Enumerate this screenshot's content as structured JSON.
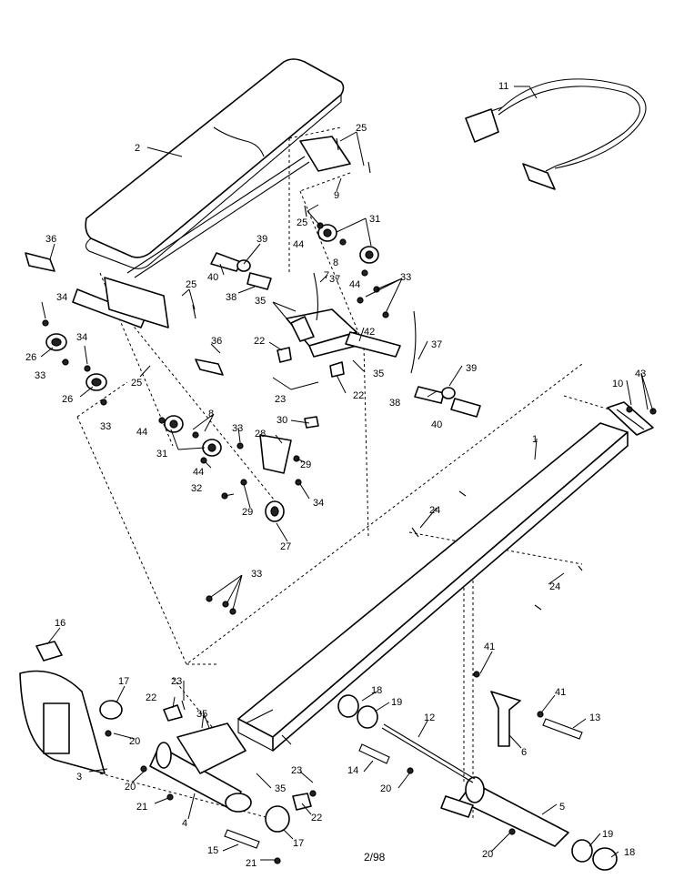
{
  "footer": {
    "date_code": "2/98"
  },
  "callouts": {
    "c1": "1",
    "c2": "2",
    "c3": "3",
    "c4": "4",
    "c5": "5",
    "c6": "6",
    "c7": "7",
    "c8a": "8",
    "c8b": "8",
    "c9": "9",
    "c10": "10",
    "c11": "11",
    "c12": "12",
    "c13": "13",
    "c14": "14",
    "c15": "15",
    "c16": "16",
    "c17a": "17",
    "c17b": "17",
    "c18a": "18",
    "c18b": "18",
    "c19a": "19",
    "c19b": "19",
    "c20a": "20",
    "c20b": "20",
    "c20c": "20",
    "c20d": "20",
    "c21a": "21",
    "c21b": "21",
    "c22a": "22",
    "c22b": "22",
    "c22c": "22",
    "c22d": "22",
    "c23a": "23",
    "c23b": "23",
    "c23c": "23",
    "c24a": "24",
    "c24b": "24",
    "c25a": "25",
    "c25b": "25",
    "c25c": "25",
    "c25d": "25",
    "c26a": "26",
    "c26b": "26",
    "c27": "27",
    "c28": "28",
    "c29a": "29",
    "c29b": "29",
    "c30": "30",
    "c31a": "31",
    "c31b": "31",
    "c32": "32",
    "c33a": "33",
    "c33b": "33",
    "c33c": "33",
    "c33d": "33",
    "c33e": "33",
    "c34a": "34",
    "c34b": "34",
    "c34c": "34",
    "c35a": "35",
    "c35b": "35",
    "c35c": "35",
    "c35d": "35",
    "c36a": "36",
    "c36b": "36",
    "c37a": "37",
    "c37b": "37",
    "c38a": "38",
    "c38b": "38",
    "c39a": "39",
    "c39b": "39",
    "c40a": "40",
    "c40b": "40",
    "c41a": "41",
    "c41b": "41",
    "c42": "42",
    "c43": "43",
    "c44a": "44",
    "c44b": "44",
    "c44c": "44"
  }
}
